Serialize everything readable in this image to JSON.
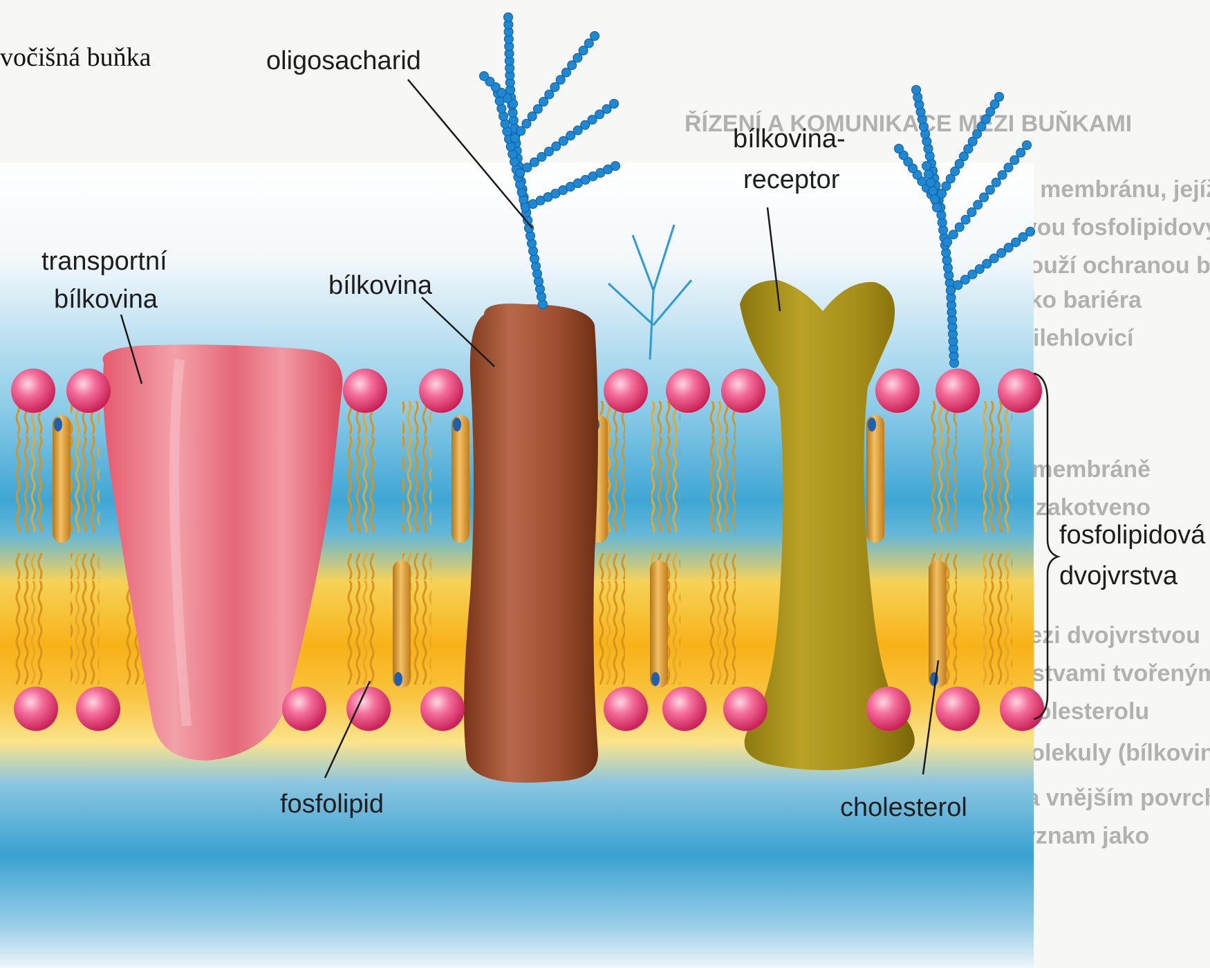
{
  "title_fragment": "vočišná buňka",
  "labels": {
    "oligosaccharide": "oligosacharid",
    "receptor_line1": "bílkovina-",
    "receptor_line2": "receptor",
    "transport_line1": "transportní",
    "transport_line2": "bílkovina",
    "protein": "bílkovina",
    "bilayer_line1": "fosfolipidová",
    "bilayer_line2": "dvojvrstva",
    "phospholipid": "fosfolipid",
    "cholesterol": "cholesterol"
  },
  "colors": {
    "water_blue": "#3aa6d6",
    "lipid_core": "#f7b21c",
    "phospholipid_head": "#e8336e",
    "transport_protein": "#e9707f",
    "protein": "#9a4b2d",
    "receptor_protein": "#a9931a",
    "oligosaccharide": "#1e8fd6",
    "cholesterol": "#e0a43a"
  },
  "background_text": [
    "ŘÍZENÍ A KOMUNIKACE MEZI BUŇKAMI",
    "Všechny živé buňky mají na svém povrchu membránu, jejíž základ tvoří",
    "dvou fosfolipidových vrstev, které se",
    "slouží ochranou buňky",
    "jako bariéra",
    "přilehlovicí",
    "V membráně",
    "je zakotveno",
    "Mezi dvojvrstvou",
    "vrstvami tvořenými",
    "cholesterolu",
    "molekuly (bílkoviny)",
    "Na vnějším povrchu",
    "význam jako"
  ]
}
